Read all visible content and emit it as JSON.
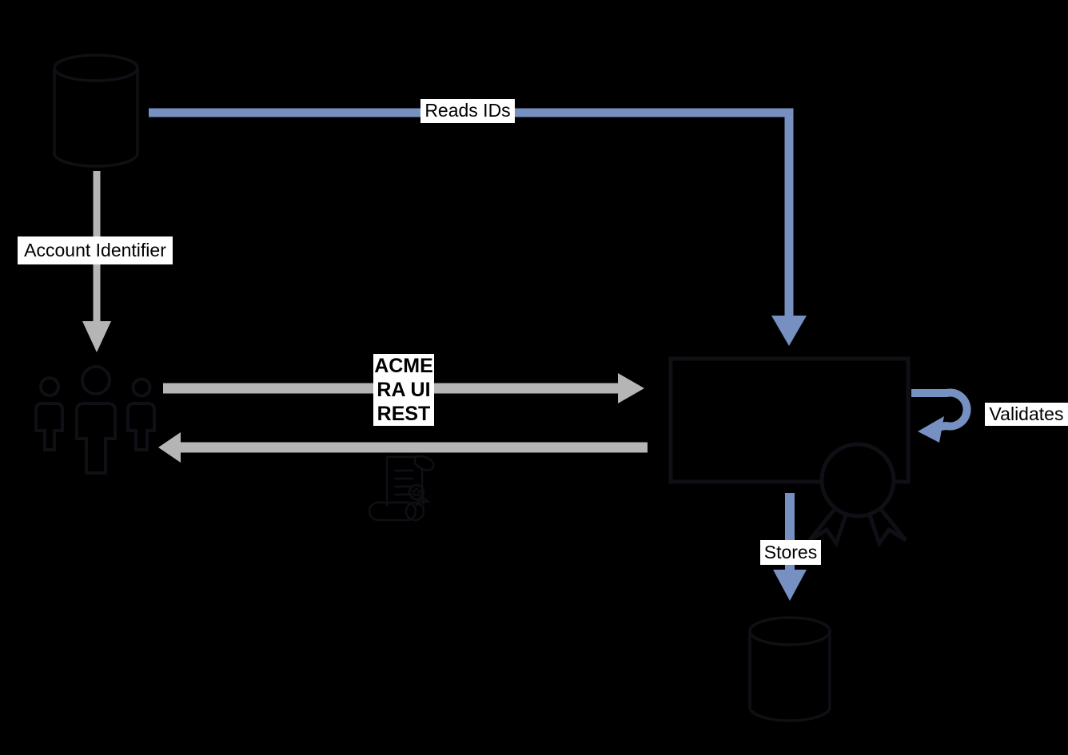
{
  "colors": {
    "background": "#000000",
    "arrow_blue": "#7590c1",
    "arrow_gray": "#b5b5b5",
    "shape_stroke": "#0f0f15",
    "shape_fill": "#000000",
    "label_bg": "#ffffff",
    "label_text": "#000000"
  },
  "labels": {
    "reads_ids": "Reads IDs",
    "account_identifier": "Account Identifier",
    "acme_line1": "ACME",
    "acme_line2": "RA UI",
    "acme_line3": "REST",
    "validates": "Validates",
    "stores": "Stores"
  },
  "icons": {
    "source_database": "database-cylinder",
    "users": "people-group",
    "processing_box": "rectangle-node",
    "certificate_badge": "award-ribbon",
    "certificate_scroll": "scroll-certificate",
    "store_database": "database-cylinder"
  }
}
